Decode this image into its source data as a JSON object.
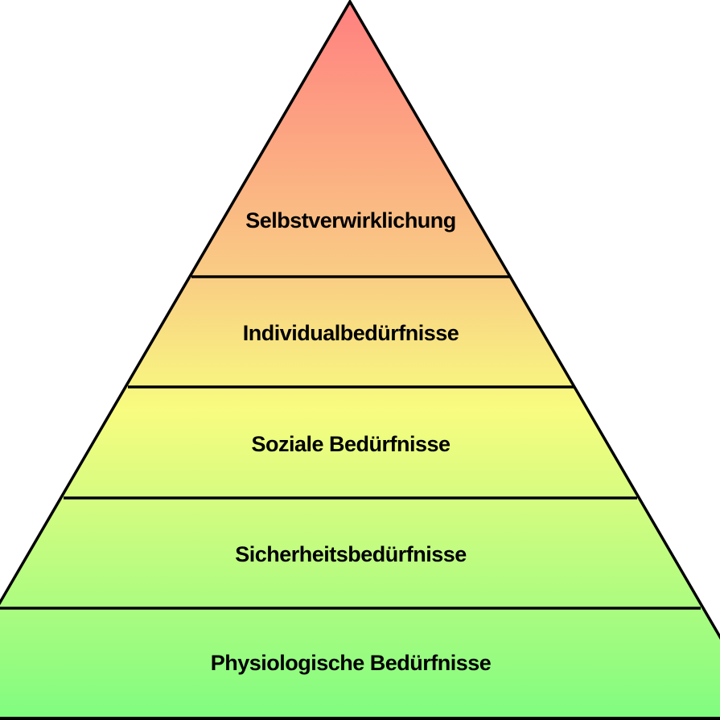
{
  "title": "Bedürfnispyramide",
  "levels": [
    {
      "label": "Selbstverwirklichung"
    },
    {
      "label": "Individualbedürfnisse"
    },
    {
      "label": "Soziale Bedürfnisse"
    },
    {
      "label": "Sicherheitsbedürfnisse"
    },
    {
      "label": "Physiologische Bedürfnisse"
    }
  ],
  "colors": {
    "top": "#ff8080",
    "upper": "#f9d080",
    "middle": "#f8fc80",
    "lower": "#b4fc80",
    "bottom": "#80fc80",
    "outline": "#000000"
  }
}
